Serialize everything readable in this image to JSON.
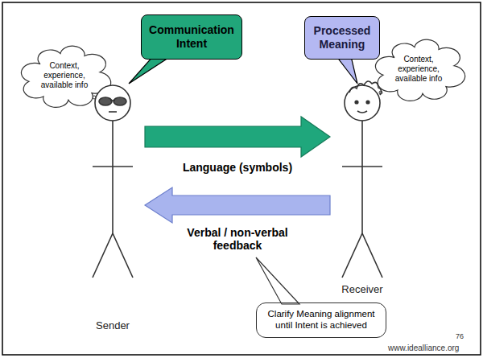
{
  "diagram": {
    "nodes": [
      {
        "text": [
          "Communication Intent"
        ]
      },
      {
        "text": [
          "Processed Meaning"
        ]
      },
      {
        "text": [
          "Context, experience, available info"
        ]
      },
      {
        "text": [
          "Context, experience, available info"
        ]
      },
      {
        "text": [
          "Sender"
        ]
      },
      {
        "text": [
          "Receiver"
        ]
      },
      {
        "text": [
          "Clarify Meaning alignment until Intent is achieved"
        ]
      }
    ],
    "edges": [
      {
        "from": 4,
        "to": 5,
        "label": "Language (symbols)",
        "arrow": "to"
      },
      {
        "from": 5,
        "to": 4,
        "label": "Verbal / non-verbal feedback",
        "arrow": "to"
      }
    ],
    "labels": [
      "www.idealliance.org",
      "76"
    ]
  }
}
